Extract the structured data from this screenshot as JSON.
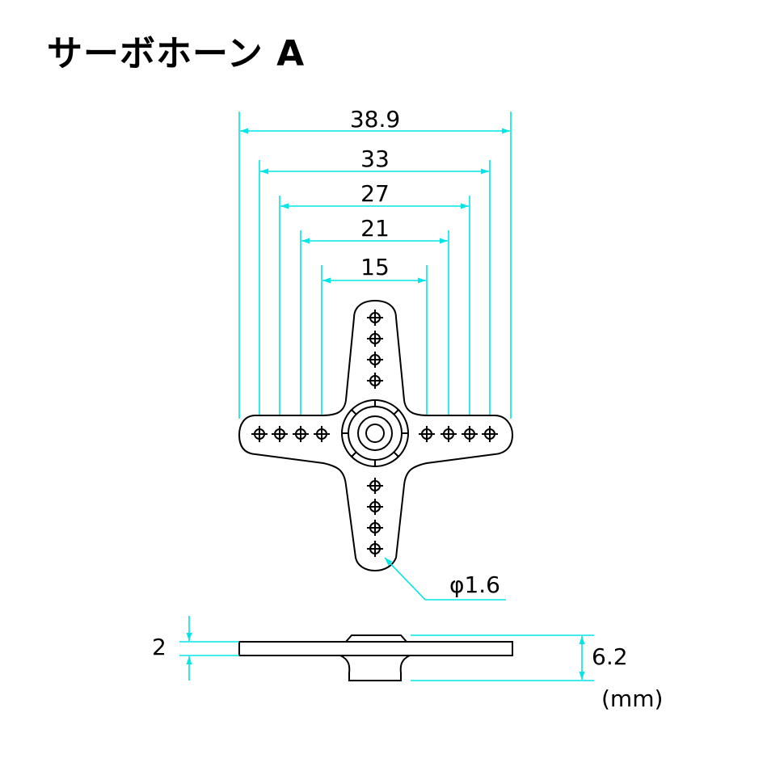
{
  "title": "サーボホーン A",
  "dimensions": {
    "width_38_9": "38.9",
    "width_33": "33",
    "width_27": "27",
    "width_21": "21",
    "width_15": "15",
    "hole_diameter": "φ1.6",
    "arm_thickness": "2",
    "total_height": "6.2",
    "unit": "(mm)"
  },
  "colors": {
    "dimension_lines": "#00e5e5",
    "outline": "#000000"
  }
}
